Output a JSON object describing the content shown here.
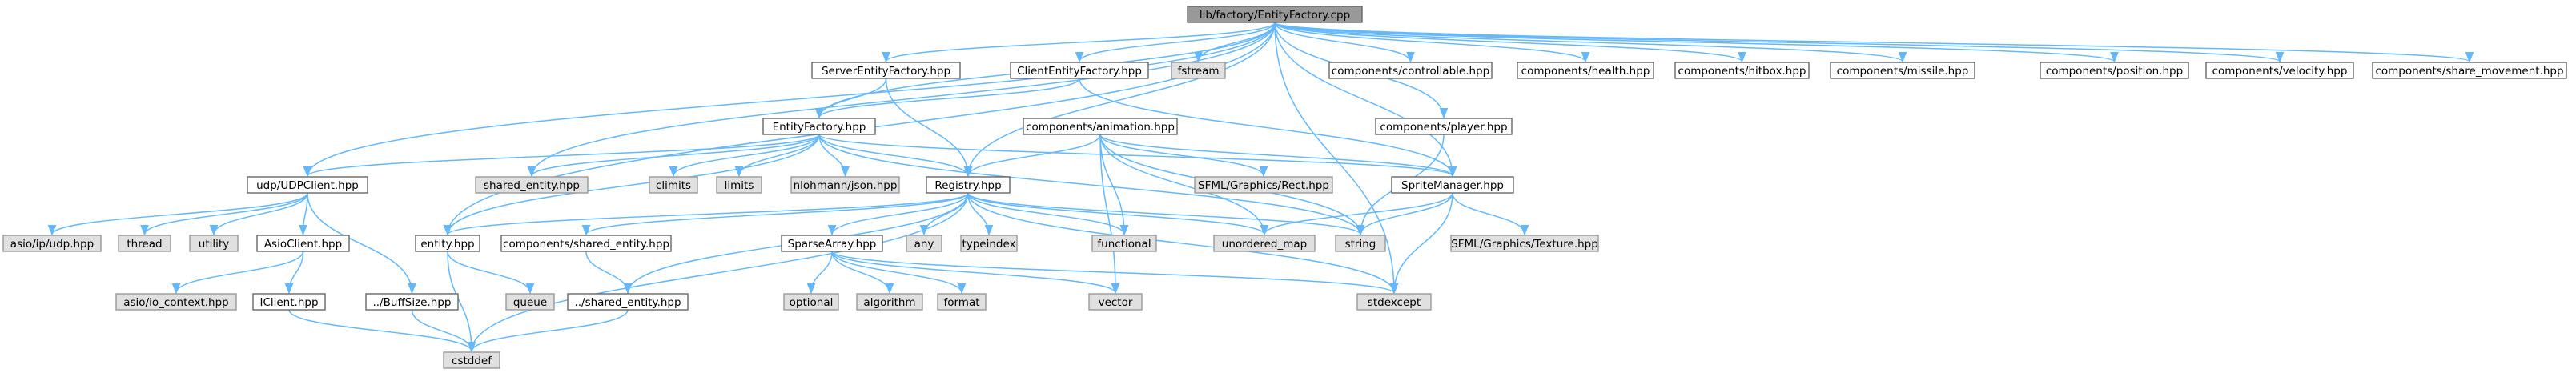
{
  "diagram": {
    "type": "include-dependency-graph",
    "colors": {
      "edge": "#63b8ff",
      "main_fill": "#999999",
      "sys_fill": "#e0e0e0",
      "border": "#666666"
    },
    "nodes": [
      {
        "id": "main",
        "label": "lib/factory/EntityFactory.cpp",
        "kind": "main"
      },
      {
        "id": "server_ef",
        "label": "ServerEntityFactory.hpp",
        "kind": "file"
      },
      {
        "id": "client_ef",
        "label": "ClientEntityFactory.hpp",
        "kind": "file"
      },
      {
        "id": "fstream",
        "label": "fstream",
        "kind": "sys"
      },
      {
        "id": "c_controllable",
        "label": "components/controllable.hpp",
        "kind": "file"
      },
      {
        "id": "c_health",
        "label": "components/health.hpp",
        "kind": "file"
      },
      {
        "id": "c_hitbox",
        "label": "components/hitbox.hpp",
        "kind": "file"
      },
      {
        "id": "c_missile",
        "label": "components/missile.hpp",
        "kind": "file"
      },
      {
        "id": "c_position",
        "label": "components/position.hpp",
        "kind": "file"
      },
      {
        "id": "c_velocity",
        "label": "components/velocity.hpp",
        "kind": "file"
      },
      {
        "id": "c_share_movement",
        "label": "components/share_movement.hpp",
        "kind": "file"
      },
      {
        "id": "entity_factory",
        "label": "EntityFactory.hpp",
        "kind": "file"
      },
      {
        "id": "c_animation",
        "label": "components/animation.hpp",
        "kind": "file"
      },
      {
        "id": "c_player",
        "label": "components/player.hpp",
        "kind": "file"
      },
      {
        "id": "udp_client",
        "label": "udp/UDPClient.hpp",
        "kind": "file"
      },
      {
        "id": "shared_entity",
        "label": "shared_entity.hpp",
        "kind": "sys"
      },
      {
        "id": "climits",
        "label": "climits",
        "kind": "sys"
      },
      {
        "id": "limits",
        "label": "limits",
        "kind": "sys"
      },
      {
        "id": "nlohmann",
        "label": "nlohmann/json.hpp",
        "kind": "sys"
      },
      {
        "id": "registry",
        "label": "Registry.hpp",
        "kind": "file"
      },
      {
        "id": "sfml_rect",
        "label": "SFML/Graphics/Rect.hpp",
        "kind": "sys"
      },
      {
        "id": "sprite_manager",
        "label": "SpriteManager.hpp",
        "kind": "file"
      },
      {
        "id": "asio_udp",
        "label": "asio/ip/udp.hpp",
        "kind": "sys"
      },
      {
        "id": "thread",
        "label": "thread",
        "kind": "sys"
      },
      {
        "id": "utility",
        "label": "utility",
        "kind": "sys"
      },
      {
        "id": "asio_client",
        "label": "AsioClient.hpp",
        "kind": "file"
      },
      {
        "id": "entity",
        "label": "entity.hpp",
        "kind": "file"
      },
      {
        "id": "c_shared_entity",
        "label": "components/shared_entity.hpp",
        "kind": "file"
      },
      {
        "id": "sparse_array",
        "label": "SparseArray.hpp",
        "kind": "file"
      },
      {
        "id": "any",
        "label": "any",
        "kind": "sys"
      },
      {
        "id": "typeindex",
        "label": "typeindex",
        "kind": "sys"
      },
      {
        "id": "functional",
        "label": "functional",
        "kind": "sys"
      },
      {
        "id": "unordered_map",
        "label": "unordered_map",
        "kind": "sys"
      },
      {
        "id": "string",
        "label": "string",
        "kind": "sys"
      },
      {
        "id": "sfml_texture",
        "label": "SFML/Graphics/Texture.hpp",
        "kind": "sys"
      },
      {
        "id": "asio_io_context",
        "label": "asio/io_context.hpp",
        "kind": "sys"
      },
      {
        "id": "iclient",
        "label": "IClient.hpp",
        "kind": "file"
      },
      {
        "id": "buff_size",
        "label": "../BuffSize.hpp",
        "kind": "file"
      },
      {
        "id": "queue",
        "label": "queue",
        "kind": "sys"
      },
      {
        "id": "up_shared_entity",
        "label": "../shared_entity.hpp",
        "kind": "file"
      },
      {
        "id": "optional",
        "label": "optional",
        "kind": "sys"
      },
      {
        "id": "algorithm",
        "label": "algorithm",
        "kind": "sys"
      },
      {
        "id": "format",
        "label": "format",
        "kind": "sys"
      },
      {
        "id": "vector",
        "label": "vector",
        "kind": "sys"
      },
      {
        "id": "stdexcept",
        "label": "stdexcept",
        "kind": "sys"
      },
      {
        "id": "cstddef",
        "label": "cstddef",
        "kind": "sys"
      }
    ],
    "edges": [
      [
        "main",
        "server_ef"
      ],
      [
        "main",
        "client_ef"
      ],
      [
        "main",
        "fstream"
      ],
      [
        "main",
        "c_controllable"
      ],
      [
        "main",
        "c_health"
      ],
      [
        "main",
        "c_hitbox"
      ],
      [
        "main",
        "c_missile"
      ],
      [
        "main",
        "c_position"
      ],
      [
        "main",
        "c_velocity"
      ],
      [
        "main",
        "c_share_movement"
      ],
      [
        "main",
        "entity_factory"
      ],
      [
        "main",
        "c_player"
      ],
      [
        "main",
        "udp_client"
      ],
      [
        "main",
        "shared_entity"
      ],
      [
        "main",
        "registry"
      ],
      [
        "main",
        "sprite_manager"
      ],
      [
        "main",
        "entity"
      ],
      [
        "main",
        "stdexcept"
      ],
      [
        "server_ef",
        "entity_factory"
      ],
      [
        "server_ef",
        "registry"
      ],
      [
        "client_ef",
        "entity_factory"
      ],
      [
        "client_ef",
        "sprite_manager"
      ],
      [
        "entity_factory",
        "udp_client"
      ],
      [
        "entity_factory",
        "shared_entity"
      ],
      [
        "entity_factory",
        "climits"
      ],
      [
        "entity_factory",
        "limits"
      ],
      [
        "entity_factory",
        "nlohmann"
      ],
      [
        "entity_factory",
        "registry"
      ],
      [
        "entity_factory",
        "sprite_manager"
      ],
      [
        "entity_factory",
        "string"
      ],
      [
        "entity_factory",
        "entity"
      ],
      [
        "c_animation",
        "registry"
      ],
      [
        "c_animation",
        "sfml_rect"
      ],
      [
        "c_animation",
        "sprite_manager"
      ],
      [
        "c_animation",
        "string"
      ],
      [
        "c_animation",
        "functional"
      ],
      [
        "c_animation",
        "unordered_map"
      ],
      [
        "c_animation",
        "vector"
      ],
      [
        "c_player",
        "string"
      ],
      [
        "udp_client",
        "asio_udp"
      ],
      [
        "udp_client",
        "thread"
      ],
      [
        "udp_client",
        "utility"
      ],
      [
        "udp_client",
        "asio_client"
      ],
      [
        "udp_client",
        "buff_size"
      ],
      [
        "registry",
        "entity"
      ],
      [
        "registry",
        "c_shared_entity"
      ],
      [
        "registry",
        "sparse_array"
      ],
      [
        "registry",
        "any"
      ],
      [
        "registry",
        "typeindex"
      ],
      [
        "registry",
        "functional"
      ],
      [
        "registry",
        "unordered_map"
      ],
      [
        "registry",
        "string"
      ],
      [
        "registry",
        "up_shared_entity"
      ],
      [
        "registry",
        "cstddef"
      ],
      [
        "registry",
        "stdexcept"
      ],
      [
        "sprite_manager",
        "unordered_map"
      ],
      [
        "sprite_manager",
        "string"
      ],
      [
        "sprite_manager",
        "sfml_texture"
      ],
      [
        "sprite_manager",
        "stdexcept"
      ],
      [
        "asio_client",
        "asio_io_context"
      ],
      [
        "asio_client",
        "iclient"
      ],
      [
        "iclient",
        "cstddef"
      ],
      [
        "buff_size",
        "cstddef"
      ],
      [
        "entity",
        "queue"
      ],
      [
        "entity",
        "cstddef"
      ],
      [
        "c_shared_entity",
        "up_shared_entity"
      ],
      [
        "up_shared_entity",
        "cstddef"
      ],
      [
        "sparse_array",
        "optional"
      ],
      [
        "sparse_array",
        "algorithm"
      ],
      [
        "sparse_array",
        "format"
      ],
      [
        "sparse_array",
        "vector"
      ],
      [
        "sparse_array",
        "stdexcept"
      ]
    ]
  }
}
